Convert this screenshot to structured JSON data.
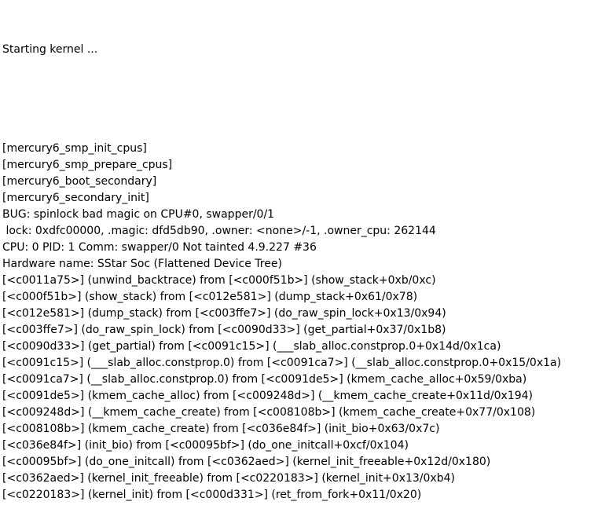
{
  "console": {
    "header": "Starting kernel ...",
    "lines": [
      "[mercury6_smp_init_cpus]",
      "[mercury6_smp_prepare_cpus]",
      "[mercury6_boot_secondary]",
      "[mercury6_secondary_init]",
      "BUG: spinlock bad magic on CPU#0, swapper/0/1",
      " lock: 0xdfc00000, .magic: dfd5db90, .owner: <none>/-1, .owner_cpu: 262144",
      "CPU: 0 PID: 1 Comm: swapper/0 Not tainted 4.9.227 #36",
      "Hardware name: SStar Soc (Flattened Device Tree)",
      "[<c0011a75>] (unwind_backtrace) from [<c000f51b>] (show_stack+0xb/0xc)",
      "[<c000f51b>] (show_stack) from [<c012e581>] (dump_stack+0x61/0x78)",
      "[<c012e581>] (dump_stack) from [<c003ffe7>] (do_raw_spin_lock+0x13/0x94)",
      "[<c003ffe7>] (do_raw_spin_lock) from [<c0090d33>] (get_partial+0x37/0x1b8)",
      "[<c0090d33>] (get_partial) from [<c0091c15>] (___slab_alloc.constprop.0+0x14d/0x1ca)",
      "[<c0091c15>] (___slab_alloc.constprop.0) from [<c0091ca7>] (__slab_alloc.constprop.0+0x15/0x1a)",
      "[<c0091ca7>] (__slab_alloc.constprop.0) from [<c0091de5>] (kmem_cache_alloc+0x59/0xba)",
      "[<c0091de5>] (kmem_cache_alloc) from [<c009248d>] (__kmem_cache_create+0x11d/0x194)",
      "[<c009248d>] (__kmem_cache_create) from [<c008108b>] (kmem_cache_create+0x77/0x108)",
      "[<c008108b>] (kmem_cache_create) from [<c036e84f>] (init_bio+0x63/0x7c)",
      "[<c036e84f>] (init_bio) from [<c00095bf>] (do_one_initcall+0xcf/0x104)",
      "[<c00095bf>] (do_one_initcall) from [<c0362aed>] (kernel_init_freeable+0x12d/0x180)",
      "[<c0362aed>] (kernel_init_freeable) from [<c0220183>] (kernel_init+0x13/0xb4)",
      "[<c0220183>] (kernel_init) from [<c000d331>] (ret_from_fork+0x11/0x20)"
    ]
  }
}
